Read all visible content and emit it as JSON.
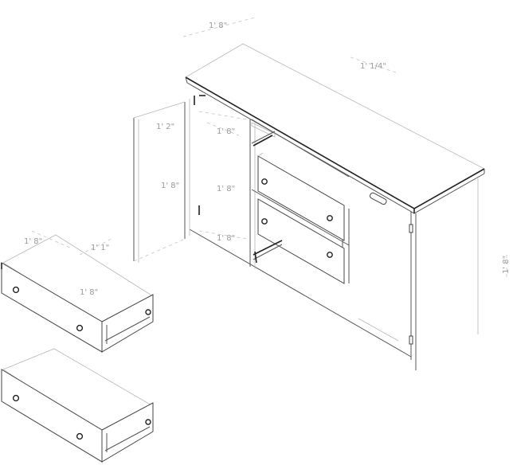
{
  "dimensions": {
    "top_depth": "1' 8\"",
    "top_width": "1' 1/4\"",
    "upper_opening": "1' 8\"",
    "middle_opening": "1' 8\"",
    "lower_opening": "1' 8\"",
    "door_upper": "1' 2\"",
    "door_middle": "1' 8\"",
    "drawer_a_depth": "1' 8\"",
    "drawer_a_width": "1' 1\"",
    "drawer_a_front": "1' 8\"",
    "side_height": "1' 8\""
  },
  "colors": {
    "line": "#555555",
    "heavy": "#222222",
    "faint": "#b8b8b8"
  }
}
